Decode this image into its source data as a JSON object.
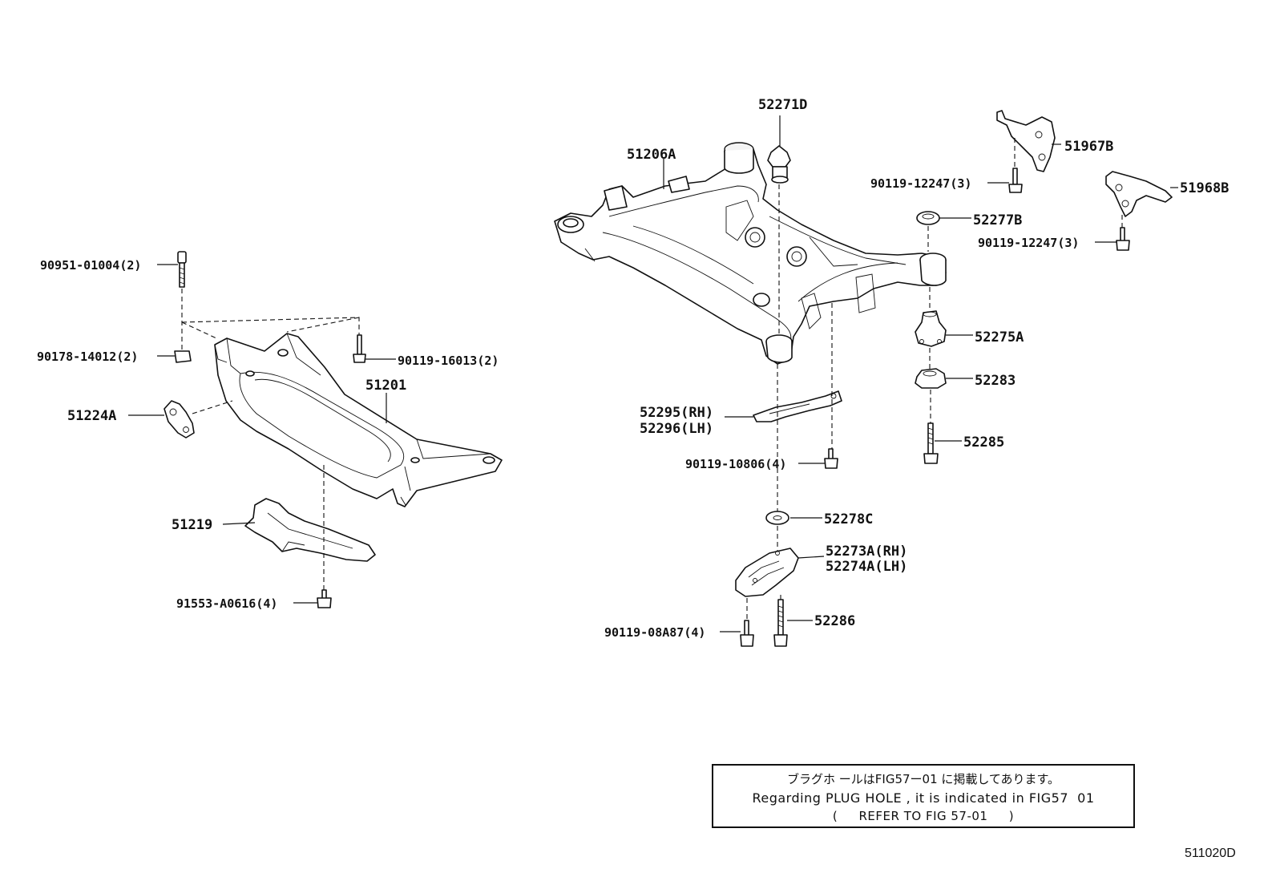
{
  "labels": {
    "p_52271D": "52271D",
    "p_51206A": "51206A",
    "p_51967B": "51967B",
    "p_90119_12247_a": "90119-12247(3)",
    "p_51968B": "51968B",
    "p_52277B": "52277B",
    "p_90119_12247_b": "90119-12247(3)",
    "p_90951_01004": "90951-01004(2)",
    "p_90178_14012": "90178-14012(2)",
    "p_90119_16013": "90119-16013(2)",
    "p_51201": "51201",
    "p_51224A": "51224A",
    "p_51219": "51219",
    "p_91553_A0616": "91553-A0616(4)",
    "p_52275A": "52275A",
    "p_52283": "52283",
    "p_52295": "52295(RH)",
    "p_52296": "52296(LH)",
    "p_52285": "52285",
    "p_90119_10806": "90119-10806(4)",
    "p_52278C": "52278C",
    "p_52273A": "52273A(RH)",
    "p_52274A": "52274A(LH)",
    "p_90119_08A87": "90119-08A87(4)",
    "p_52286": "52286"
  },
  "note": {
    "line1": "ブラグホ ールはFIG57ー01 に掲載してあります。",
    "line2": "Regarding PLUG HOLE , it is indicated in FIG57  01",
    "line3": "(     REFER TO FIG 57-01     )"
  },
  "figure_code": "511020D"
}
